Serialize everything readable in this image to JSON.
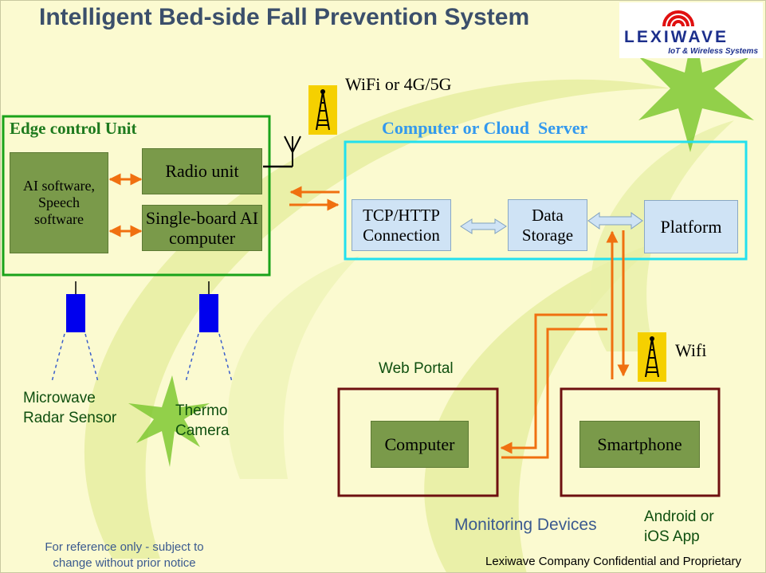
{
  "title": "Intelligent Bed-side Fall Prevention System",
  "logo": {
    "word": "LEXIWAVE",
    "tagline": "IoT & Wireless Systems"
  },
  "edge_unit": {
    "title": "Edge control Unit",
    "ai_software": "AI software, Speech software",
    "radio_unit": "Radio unit",
    "single_board": "Single-board AI computer"
  },
  "wireless": {
    "uplink": "WiFi or 4G/5G",
    "wifi": "Wifi"
  },
  "server": {
    "title": "Computer or Cloud  Server",
    "tcp": "TCP/HTTP Connection",
    "storage": "Data Storage",
    "platform": "Platform"
  },
  "sensors": {
    "radar": "Microwave Radar Sensor",
    "thermo": "Thermo Camera"
  },
  "devices": {
    "web_portal": "Web Portal",
    "computer": "Computer",
    "smartphone": "Smartphone",
    "app": "Android or iOS App",
    "caption": "Monitoring Devices"
  },
  "footer": {
    "disclaimer": "For reference only - subject to change without prior notice",
    "confidential": "Lexiwave Company Confidential and Proprietary"
  },
  "colors": {
    "background": "#fbfad0",
    "edge_border": "#1aa31a",
    "server_border": "#22e0ee",
    "device_border": "#6e1010",
    "arrow": "#f07010",
    "box_green": "#7a9a4a",
    "box_blue": "#cfe3f5",
    "server_title": "#3399ee"
  }
}
